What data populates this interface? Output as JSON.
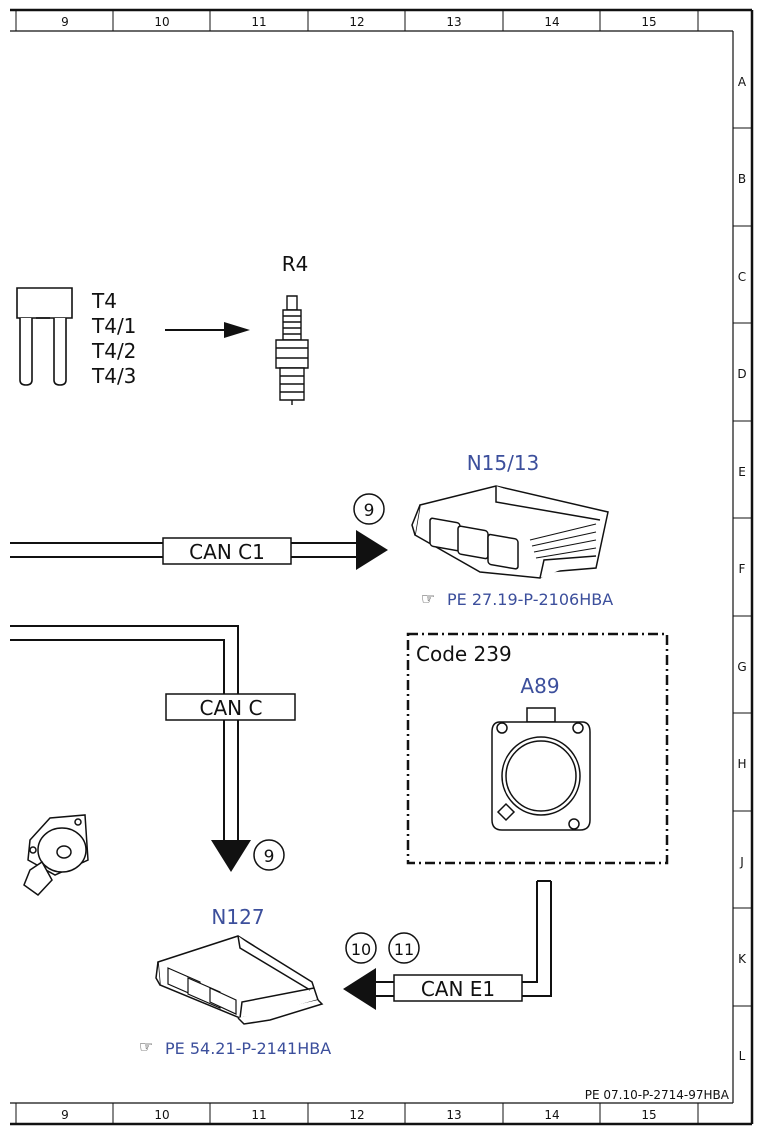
{
  "frame": {
    "columns": [
      "9",
      "10",
      "11",
      "12",
      "13",
      "14",
      "15"
    ],
    "rows": [
      "A",
      "B",
      "C",
      "D",
      "E",
      "F",
      "G",
      "H",
      "J",
      "K",
      "L"
    ],
    "doc_ref": "PE 07.10-P-2714-97HBA"
  },
  "components": {
    "r4": {
      "label": "R4"
    },
    "t4": {
      "labels": [
        "T4",
        "T4/1",
        "T4/2",
        "T4/3"
      ]
    },
    "n15_13": {
      "label": "N15/13",
      "ref": "PE 27.19-P-2106HBA",
      "circle": "9"
    },
    "code_box": {
      "label": "Code 239"
    },
    "a89": {
      "label": "A89"
    },
    "n127": {
      "label": "N127",
      "ref": "PE 54.21-P-2141HBA",
      "circle": "9",
      "circles": [
        "10",
        "11"
      ]
    }
  },
  "buses": {
    "can_c1": "CAN C1",
    "can_c": "CAN C",
    "can_e1": "CAN E1"
  },
  "colors": {
    "accent": "#3c4f9c",
    "line": "#111111"
  }
}
